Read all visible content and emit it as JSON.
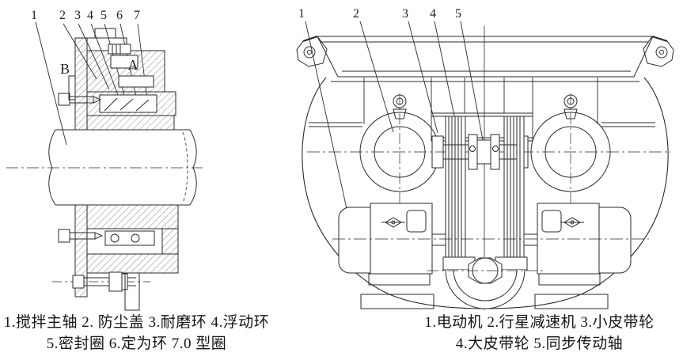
{
  "figure_left": {
    "callouts": [
      "1",
      "2",
      "3",
      "4",
      "5",
      "6",
      "7"
    ],
    "section_labels": {
      "b": "B",
      "a": "A"
    },
    "caption_line1": "1.搅拌主轴 2. 防尘盖 3.耐磨环 4.浮动环",
    "caption_line2": "5.密封圈 6.定为环 7.0 型圈"
  },
  "figure_right": {
    "callouts": [
      "1",
      "2",
      "3",
      "4",
      "5"
    ],
    "caption_line1": "1.电动机 2.行星减速机 3.小皮带轮",
    "caption_line2": "4.大皮带轮 5.同步传动轴"
  }
}
